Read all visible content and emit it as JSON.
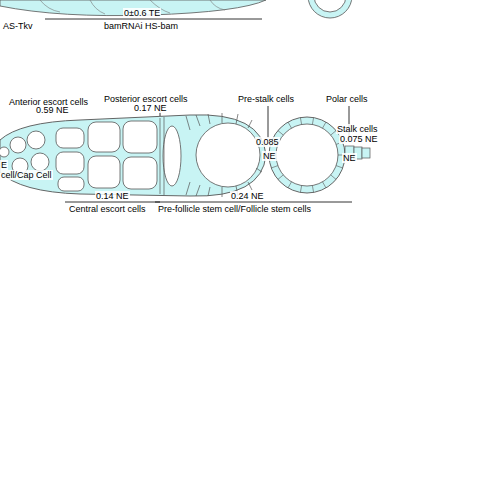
{
  "diagram": {
    "labels": [
      "AS-Tkv",
      "0±0.6 TE",
      "bamRNAi HS-bam",
      "Anterior escort cells",
      "0.59 NE",
      "Posterior escort cells",
      "0.17 NE",
      "Pre-stalk cells",
      "Polar cells",
      "0.085",
      "NE",
      "Stalk cells",
      "0.075 NE",
      "NE",
      "E",
      "cell/Cap Cell",
      "0.14 NE",
      "Central escort cells",
      "0.24 NE",
      "Pre-follicle stem cell/Follicle stem cells"
    ]
  }
}
